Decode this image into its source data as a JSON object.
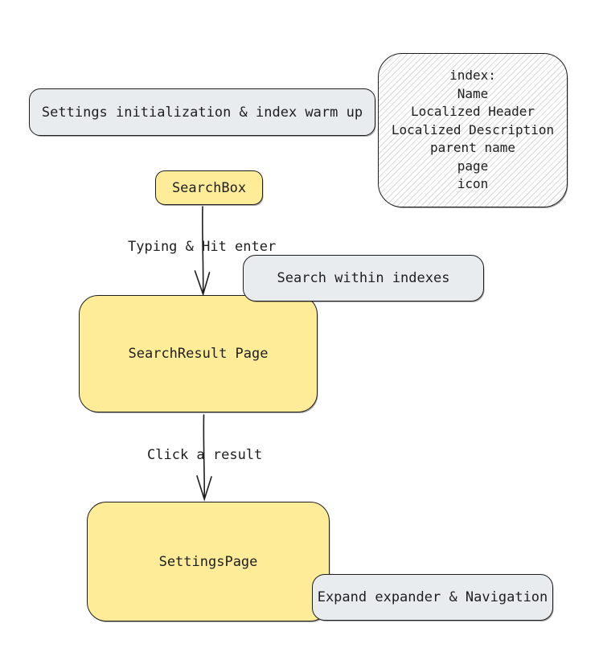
{
  "diagram": {
    "colors": {
      "background": "#ffffff",
      "node_yellow": "#ffec99",
      "node_gray": "#e9ecef",
      "stroke": "#1e1e1e",
      "hatch_line": "#d8d8d8"
    },
    "nodes": {
      "settings_init": {
        "label": "Settings initialization & index warm up"
      },
      "index_note": {
        "lines": [
          "index:",
          "Name",
          "Localized Header",
          "Localized Description",
          "parent name",
          "page",
          "icon"
        ]
      },
      "search_box": {
        "label": "SearchBox"
      },
      "search_within": {
        "label": "Search within indexes"
      },
      "search_result": {
        "label": "SearchResult Page"
      },
      "settings_page": {
        "label": "SettingsPage"
      },
      "expand_nav": {
        "label": "Expand expander & Navigation"
      }
    },
    "edge_labels": {
      "typing": "Typing & Hit enter",
      "click": "Click a result"
    }
  }
}
